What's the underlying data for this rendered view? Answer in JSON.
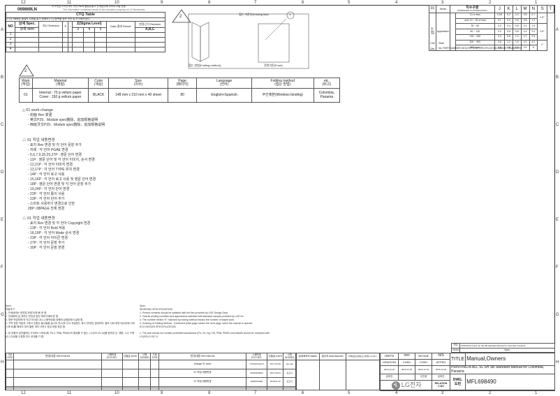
{
  "header": {
    "doc_id": "069869LN",
    "warning": "이 도면은 LG전자의 자산으로써 불법유출시 관계법규에 의하여 처벌 받음",
    "warning2": "The information contained herein is the exclusive property of LG Electronics"
  },
  "ruler": {
    "top": [
      "12",
      "11",
      "10",
      "9",
      "8",
      "7",
      "6",
      "5",
      "4",
      "3",
      "2",
      "1"
    ],
    "bottom": [
      "12",
      "11",
      "10",
      "9",
      "8",
      "7",
      "6",
      "5",
      "4",
      "3",
      "2",
      "1"
    ],
    "left": [
      "A",
      "B",
      "C",
      "D",
      "E",
      "F",
      "G",
      "H"
    ],
    "right": [
      "A",
      "B",
      "C",
      "D",
      "E",
      "F",
      "G",
      "H"
    ]
  },
  "ctq": {
    "title": "CTQ Table",
    "subtitle": "CTQ Table은 품질의 수준을 알기 위해서 CTQ 항목별 정보 보안 및 추가해야 한다.",
    "cols": [
      "NO",
      "상세 Spec.",
      "항목 Item",
      "치수 Dimension",
      "+",
      "-",
      "공정 Level",
      "Z(Sigma Level)",
      "Data 결과 Result",
      "판정근거 Revision"
    ],
    "zvals": [
      "3",
      "4",
      "5",
      "6"
    ],
    "rev_label": "A,B,C",
    "rows": [
      "1",
      "2",
      "3",
      "4"
    ]
  },
  "folding": {
    "marker": "2",
    "title_right": "접는 기준선(Folding line)",
    "circle": "1",
    "left_caption": "접는 방법(Folding method)",
    "right_caption": "전면기준(Front)"
  },
  "tolerance": {
    "title": "치수구분",
    "title_en": "DIMENSION CLASSIFICATION",
    "cols": [
      "J",
      "K",
      "L",
      "M",
      "N",
      "S",
      "T"
    ],
    "rows": [
      [
        "10 or less",
        "0.05",
        "0.2",
        "0.3",
        "0.5",
        "0.7"
      ],
      [
        "over 10 ~ 30 or less",
        "0.1",
        "0.3",
        "0.5",
        "0.8",
        "1.2"
      ],
      [
        "30 ~ 50",
        "0.2",
        "0.4",
        "0.6",
        "1.0",
        "1.5"
      ],
      [
        "50 ~ 120",
        "0.3",
        "0.6",
        "0.8",
        "1.4",
        "2.0"
      ],
      [
        "120 ~ 300",
        "0.4",
        "0.8",
        "1.0",
        "1.7",
        "2.5"
      ],
      [
        "300 ~ 500",
        "0.6",
        "1.2",
        "1.5",
        "2.0",
        "4.0"
      ],
      [
        "500 over",
        "0.8",
        "1.6",
        "2.0",
        "2.5",
        "6"
      ]
    ],
    "side": [
      "01",
      "Work",
      "SL, SH, SB",
      "Application",
      "CW",
      "Side",
      "Qty"
    ],
    "angle": [
      "1.5°",
      "0.5°",
      "1°"
    ],
    "footer": "No. PART NUMBER DESCRIPTION SPECIFICATION MAKER REMARKER"
  },
  "spec": {
    "marker": "2",
    "headers": [
      [
        "Work",
        "(작업)"
      ],
      [
        "Material",
        "(재질)"
      ],
      [
        "Color",
        "(색상)"
      ],
      [
        "Size",
        "(치수)"
      ],
      [
        "Page",
        "(페이지)"
      ],
      [
        "Language",
        "(언어)"
      ],
      [
        "Folding method",
        "(접는 방법)"
      ],
      [
        "etc.",
        "(비고)"
      ]
    ],
    "row": {
      "work": "01",
      "material1": "Internal : 70 g vellum paper",
      "material2": "Cover : 150 g vellum paper",
      "color": "BLACK",
      "size": "148 mm x 210 mm x 40 sheet",
      "page": "80",
      "language": "English+Spanish",
      "folding": "무선제본(Wireless binding)",
      "etc1": "Colombia,",
      "etc2": "Panama"
    }
  },
  "change1": {
    "title": "01 work change",
    "lines": [
      "- 封面 Rev 变更",
      "- 英文P29、Module spec删除，追加规格说明",
      "- 西班牙文P29、Module spec删除，追加规格说明"
    ]
  },
  "change2": {
    "title": "01 작업 내용변경",
    "lines": [
      "- 표지 Rev 변경 및 각 언어 문장 추가",
      "- 차례 : 각 언어 PGAE 변경",
      "- 5,6,7,9,20,25,27P : 영문 단어 변경",
      "- 11P : 영문 단어 및 각 언어 이미지, 순서 변경",
      "- 12,21P : 각 언어 이미지 변경",
      "- 13,17P : 각 언어 TYPE 위치 변경",
      "- 14P : 각 언어 로고 사용",
      "- 15,16P : 각 언어 로고 사용 및 영문 단어 변경",
      "- 18P : 영문 단어 변경 및 각 언어 문장 추가",
      "- 19,24P : 각 언어 단어 변경",
      "- 22P : 각 언어 통이 사용",
      "- 23P : 각 언어 단어 추가",
      "- 스마트 사용하기 변경으로 인한",
      "   28P~38PAGE 전체 변경"
    ]
  },
  "change3": {
    "title": "01 작업 내용변경",
    "lines": [
      "- 표지 Rev 변경 및 각 언어 Copyright 변경",
      "- 13P : 각 언어 Bold 적용",
      "- 18,19P : 각 언어 Mode 순서 변경",
      "- 23P : 각 언어 아이콘 변경",
      "- 27P : 각 언어 문장 추가",
      "- 30P : 각 언어 문장 변경"
    ]
  },
  "spec_notes": {
    "left_title": "Spec.",
    "left_sub": "적용추가",
    "left_lines": [
      "1. 인쇄상태는 한견일 한영기(좌)에 준 함.",
      "2. 인쇄위에 숨 게려는 민전상 한전 매미구에에 준 함.",
      "3. 영문 작업하에 의 의고 모사된 내시 ( )화면상을 뒤베에 입령된에서 같음 함.",
      "4. 구독 영문 작업과 그렇고 순환순 불시을을 술시의 작시(또 다시 작일문는 계시 만지반) 생성하여, 중요 서바 외만이(오픈에 서비스에 외)를 해되지 영어 출한 세어 사면시 참입 방법 한은 함."
    ],
    "left_bottom": "1. 본 부품의 공인물에는 ITS/BS 스마트(폐, Pa.4, PBB, PBDE)의 함유를 가 없는, LG(GE-03-14)를 참조된 순, 에한, 시시 구한 납 ( )이상을 수정함 언니 공계을 기 함.",
    "right_title": "Spec.",
    "right_sub": "WORKING SPECIFICATIONS",
    "right_lines": [
      "1. Printed contents should be satisfied with the film provided by LGE Design Dept.",
      "2. Overall printing condition and appearance satisfied with standard sample     provided by LGE for",
      "3. The number behind \"E\" followed by folding method means the number of     staple work.",
      "4. Drawing of Folding Method - Confirmed (total page means the front page, when    the manual is opened."
    ],
    "right_sub2": "ECO DESIGN SPECIFICATIONS",
    "right_bottom": "1. The part should not contain prohibited substances (Pb, Cd, Hg, Cr6, PBB, PBDE)     and details should be complied with LG(GE)-G-007-0."
  },
  "rev_table": {
    "headers": [
      "기호 SYM",
      "변경내용 REVISION",
      "시행번호 ECO.NO.",
      "년월일 DATE",
      "사명 SIGNED",
      "기호 SYM",
      "변경내용 REVISION",
      "시행번호 ECO.NO.",
      "년월일 DATE",
      "사명 SIGNED"
    ],
    "entries": [
      [
        "change 01 work",
        "VT/WHS-E0-07",
        "2017.02.08",
        "yan.pan"
      ],
      [
        "01 작업 내용변경",
        "EAZR000843",
        "2017.06.04",
        "김고나"
      ],
      [
        "01 작업 내용변경",
        "ESZF000481",
        "2018.01.22",
        "김고나"
      ]
    ]
  },
  "titleblock": {
    "units_label": "UNITS",
    "units": "mm",
    "scale_label": "SCALE",
    "scale": "N/S",
    "drw": "DRW/DSN",
    "chkd": "CHKD",
    "chkd2": "CHKD",
    "apprd": "APPRD",
    "dates": [
      "2016-12-23",
      "2016-12-26",
      "2016-12-23",
      "2016-12-26"
    ],
    "names": [
      "김하진",
      "주민경",
      "김미진"
    ],
    "relation": "RELATION C.NO",
    "title_label": "TITLE",
    "title1": "Manual,Owners",
    "title2": "PRINTING A-ALL SL SH SB Standard Manual for Colombia, Panama",
    "dwg_label": "DWG. 도번",
    "dwg": "MFL698490",
    "designer_labels": [
      "설계제작처 Maker",
      "발산처 Manufacturer",
      "처제표준(설계)도구유법 Confirm"
    ],
    "top_title": "PRINTING A-ALL SL SH SB Standard Manual for Colombia, Panama",
    "vision": "Vision",
    "spec": "Spec.",
    "top_no": "01",
    "logo_text": "LG전자"
  }
}
